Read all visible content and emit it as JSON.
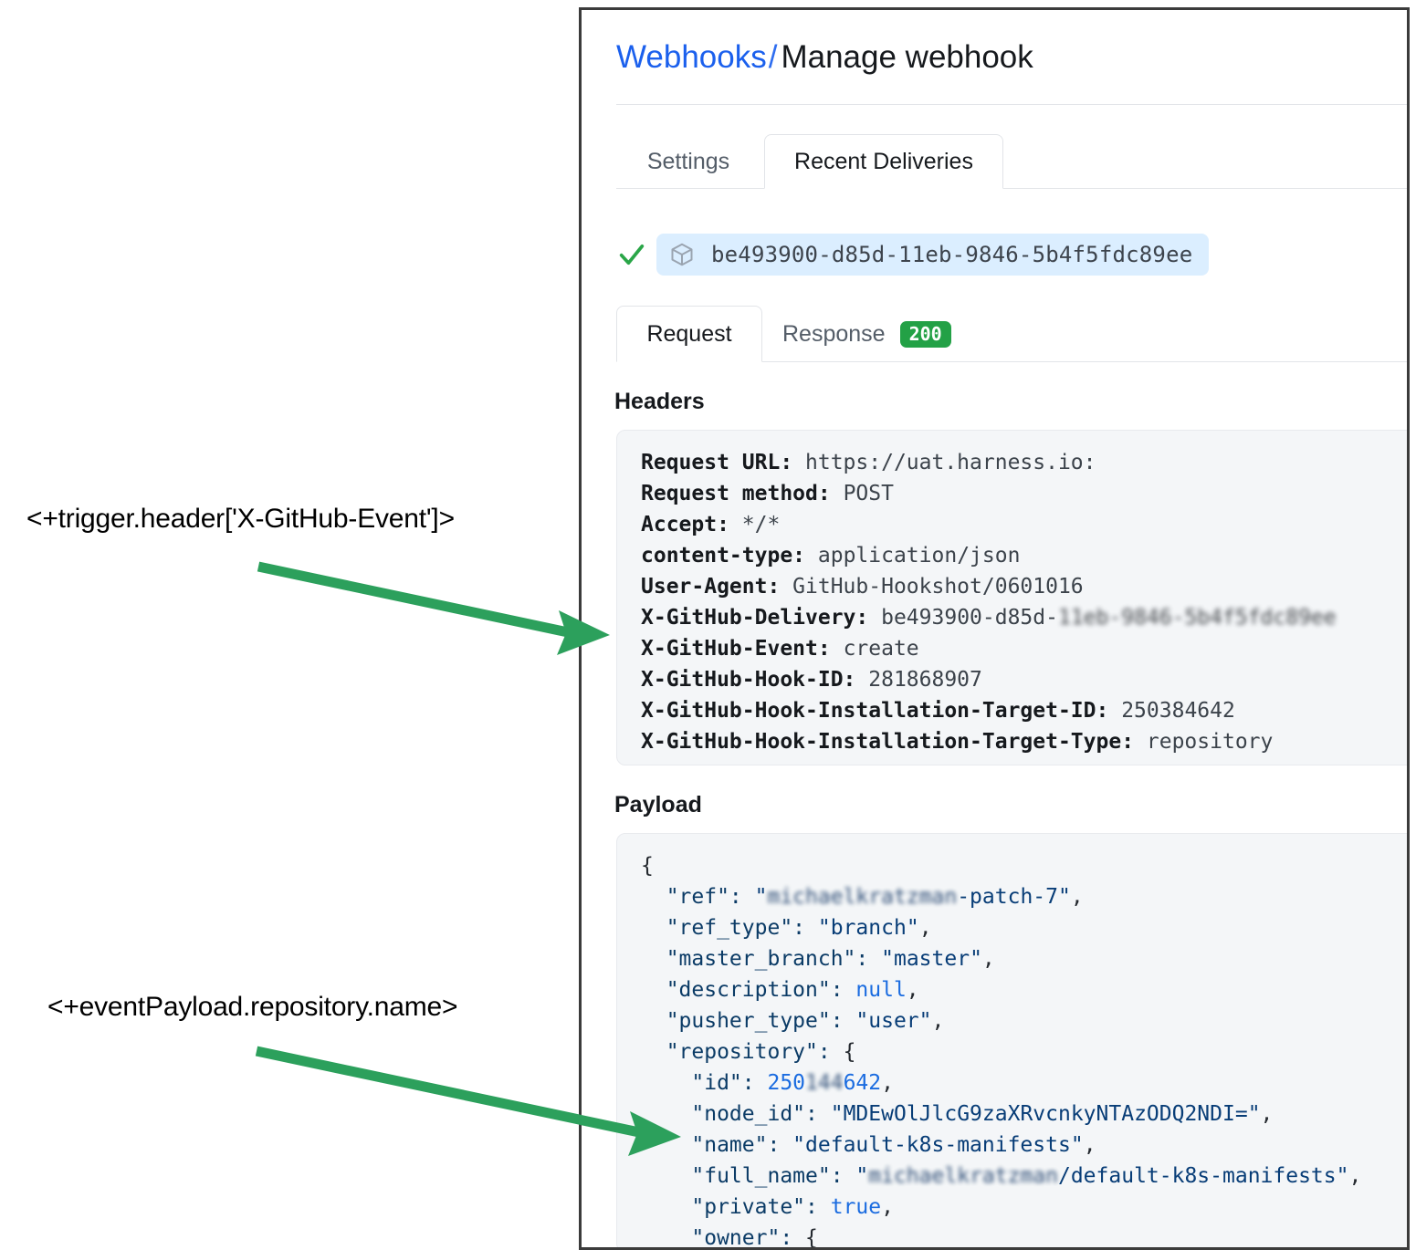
{
  "annotations": [
    {
      "id": "trigger-header",
      "text": "<+trigger.header['X-GitHub-Event']>"
    },
    {
      "id": "event-payload",
      "text": "<+eventPayload.repository.name>"
    }
  ],
  "colors": {
    "arrow_green": "#2ca05c",
    "link_blue": "#1b60ed",
    "badge_green": "#23a146",
    "check_green": "#2aa648",
    "chip_blue": "#dbeeff",
    "code_bg": "#f4f6f8"
  },
  "breadcrumb": {
    "parent": "Webhooks",
    "separator": "/",
    "current": "Manage webhook"
  },
  "main_tabs": [
    {
      "label": "Settings",
      "active": false
    },
    {
      "label": "Recent Deliveries",
      "active": true
    }
  ],
  "delivery": {
    "status_icon": "check-icon",
    "package_icon": "package-cube-icon",
    "id": "be493900-d85d-11eb-9846-5b4f5fdc89ee"
  },
  "sub_tabs": [
    {
      "label": "Request",
      "active": true,
      "badge": null
    },
    {
      "label": "Response",
      "active": false,
      "badge": "200"
    }
  ],
  "headers_section": {
    "heading": "Headers",
    "lines": [
      {
        "key": "Request URL:",
        "value": "https://uat.harness.io:",
        "redacted_value": ""
      },
      {
        "key": "Request method:",
        "value": "POST",
        "redacted_value": ""
      },
      {
        "key": "Accept:",
        "value": "*/*",
        "redacted_value": ""
      },
      {
        "key": "content-type:",
        "value": "application/json",
        "redacted_value": ""
      },
      {
        "key": "User-Agent:",
        "value": "GitHub-Hookshot/0601016",
        "redacted_value": ""
      },
      {
        "key": "X-GitHub-Delivery:",
        "value": "be493900-d85d-",
        "redacted_value": "11eb-9846-5b4f5fdc89ee"
      },
      {
        "key": "X-GitHub-Event:",
        "value": "create",
        "redacted_value": ""
      },
      {
        "key": "X-GitHub-Hook-ID:",
        "value": "281868907",
        "redacted_value": ""
      },
      {
        "key": "X-GitHub-Hook-Installation-Target-ID:",
        "value": "250384642",
        "redacted_value": ""
      },
      {
        "key": "X-GitHub-Hook-Installation-Target-Type:",
        "value": "repository",
        "redacted_value": ""
      }
    ]
  },
  "payload_section": {
    "heading": "Payload",
    "lines": [
      {
        "indent": 0,
        "pre": "{",
        "key": "",
        "value": "",
        "post": "",
        "redacted": "",
        "type": "punc"
      },
      {
        "indent": 1,
        "key": "\"ref\"",
        "sep": ": ",
        "quote": true,
        "redacted": "michaelkratzman",
        "value": "-patch-7",
        "post": ",",
        "type": "string"
      },
      {
        "indent": 1,
        "key": "\"ref_type\"",
        "sep": ": ",
        "quote": true,
        "redacted": "",
        "value": "branch",
        "post": ",",
        "type": "string"
      },
      {
        "indent": 1,
        "key": "\"master_branch\"",
        "sep": ": ",
        "quote": true,
        "redacted": "",
        "value": "master",
        "post": ",",
        "type": "string"
      },
      {
        "indent": 1,
        "key": "\"description\"",
        "sep": ": ",
        "quote": false,
        "redacted": "",
        "value": "null",
        "post": ",",
        "type": "kw"
      },
      {
        "indent": 1,
        "key": "\"pusher_type\"",
        "sep": ": ",
        "quote": true,
        "redacted": "",
        "value": "user",
        "post": ",",
        "type": "string"
      },
      {
        "indent": 1,
        "key": "\"repository\"",
        "sep": ": ",
        "quote": false,
        "redacted": "",
        "value": "{",
        "post": "",
        "type": "punc"
      },
      {
        "indent": 2,
        "key": "\"id\"",
        "sep": ": ",
        "quote": false,
        "redacted": "144",
        "value": "250|642",
        "post": ",",
        "type": "num"
      },
      {
        "indent": 2,
        "key": "\"node_id\"",
        "sep": ": ",
        "quote": true,
        "redacted": "",
        "value": "MDEwOlJlcG9zaXRvcnkyNTAzODQ2NDI=",
        "post": ",",
        "type": "string"
      },
      {
        "indent": 2,
        "key": "\"name\"",
        "sep": ": ",
        "quote": true,
        "redacted": "",
        "value": "default-k8s-manifests",
        "post": ",",
        "type": "string"
      },
      {
        "indent": 2,
        "key": "\"full_name\"",
        "sep": ": ",
        "quote": true,
        "redacted": "michaelkratzman",
        "value": "/default-k8s-manifests",
        "post": ",",
        "type": "string"
      },
      {
        "indent": 2,
        "key": "\"private\"",
        "sep": ": ",
        "quote": false,
        "redacted": "",
        "value": "true",
        "post": ",",
        "type": "kw"
      },
      {
        "indent": 2,
        "key": "\"owner\"",
        "sep": ": ",
        "quote": false,
        "redacted": "",
        "value": "{",
        "post": "",
        "type": "punc"
      }
    ]
  }
}
